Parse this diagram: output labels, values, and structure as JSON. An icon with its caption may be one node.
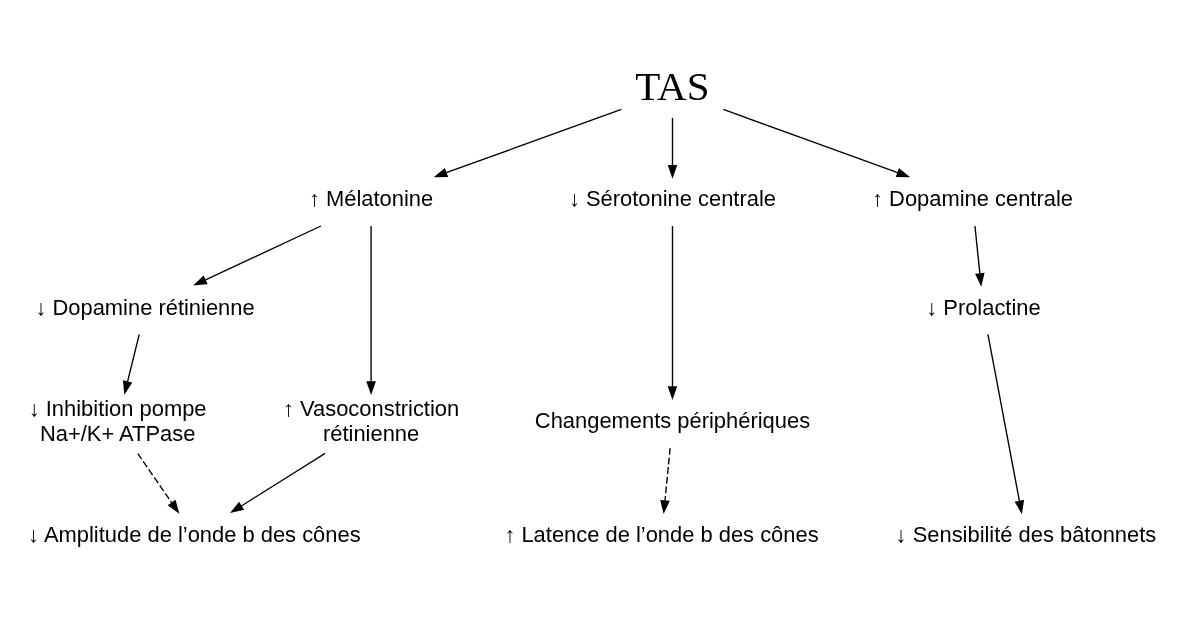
{
  "diagram": {
    "nodes": [
      {
        "text": [
          "TAS"
        ]
      },
      {
        "text": [
          "↑ Mélatonine"
        ]
      },
      {
        "text": [
          "↓ Sérotonine centrale"
        ]
      },
      {
        "text": [
          "↑ Dopamine centrale"
        ]
      },
      {
        "text": [
          "↓ Dopamine rétinienne"
        ]
      },
      {
        "text": [
          "↑ Vasoconstriction rétinienne"
        ]
      },
      {
        "text": [
          "Changements périphériques"
        ]
      },
      {
        "text": [
          "↓ Prolactine"
        ]
      },
      {
        "text": [
          "↓ Inhibition pompe Na+/K+ ATPase"
        ]
      },
      {
        "text": [
          "↓ Amplitude de l’onde b des cônes"
        ]
      },
      {
        "text": [
          "↑ Latence de l’onde b des cônes"
        ]
      },
      {
        "text": [
          "↓ Sensibilité des bâtonnets"
        ]
      }
    ],
    "edges": [
      {
        "from": 0,
        "to": 1,
        "arrow": "to"
      },
      {
        "from": 0,
        "to": 2,
        "arrow": "to"
      },
      {
        "from": 0,
        "to": 3,
        "arrow": "to"
      },
      {
        "from": 1,
        "to": 4,
        "arrow": "to"
      },
      {
        "from": 1,
        "to": 5,
        "arrow": "to"
      },
      {
        "from": 2,
        "to": 6,
        "arrow": "to"
      },
      {
        "from": 3,
        "to": 7,
        "arrow": "to"
      },
      {
        "from": 4,
        "to": 8,
        "arrow": "to"
      },
      {
        "from": 8,
        "to": 9,
        "arrow": "to",
        "style": "dashed"
      },
      {
        "from": 5,
        "to": 9,
        "arrow": "to"
      },
      {
        "from": 6,
        "to": 10,
        "arrow": "to",
        "style": "dashed"
      },
      {
        "from": 7,
        "to": 11,
        "arrow": "to"
      }
    ]
  }
}
